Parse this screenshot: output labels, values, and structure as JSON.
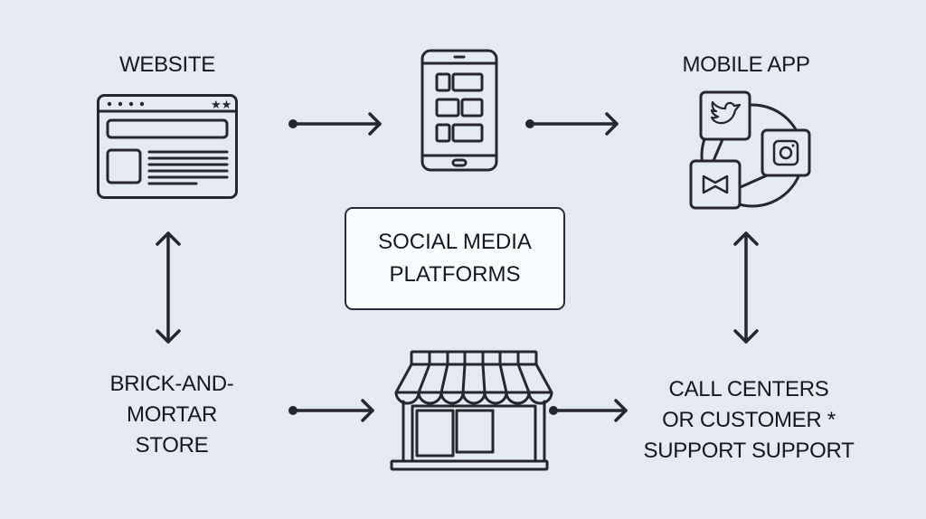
{
  "nodes": {
    "website": {
      "label": "WEBSITE",
      "icon": "browser-window-icon"
    },
    "mobile_device": {
      "icon": "smartphone-icon"
    },
    "mobile_app": {
      "label": "MOBILE APP",
      "icon": "social-apps-network-icon",
      "sub_icons": [
        "twitter-bird-icon",
        "instagram-camera-icon",
        "bowtie-icon"
      ]
    },
    "social_media": {
      "line1": "SOCIAL MEDIA",
      "line2": "PLATFORMS"
    },
    "brick_and_mortar": {
      "line1": "BRICK-AND-",
      "line2": "MORTAR",
      "line3": "STORE"
    },
    "store_icon": {
      "icon": "storefront-icon"
    },
    "call_centers": {
      "line1": "CALL CENTERS",
      "line2": "OR CUSTOMER *",
      "line3": "SUPPORT SUPPORT"
    }
  },
  "connections": [
    {
      "from": "website",
      "to": "mobile_device",
      "type": "arrow-right"
    },
    {
      "from": "mobile_device",
      "to": "mobile_app",
      "type": "arrow-right"
    },
    {
      "from": "website",
      "to": "brick_and_mortar",
      "type": "double-arrow-vertical"
    },
    {
      "from": "mobile_app",
      "to": "call_centers",
      "type": "double-arrow-vertical"
    },
    {
      "from": "brick_and_mortar",
      "to": "store_icon",
      "type": "arrow-right"
    },
    {
      "from": "store_icon",
      "to": "call_centers",
      "type": "arrow-right"
    }
  ],
  "colors": {
    "background": "#e6e9ef",
    "stroke": "#25272b",
    "box_fill": "#fbfcfd"
  }
}
